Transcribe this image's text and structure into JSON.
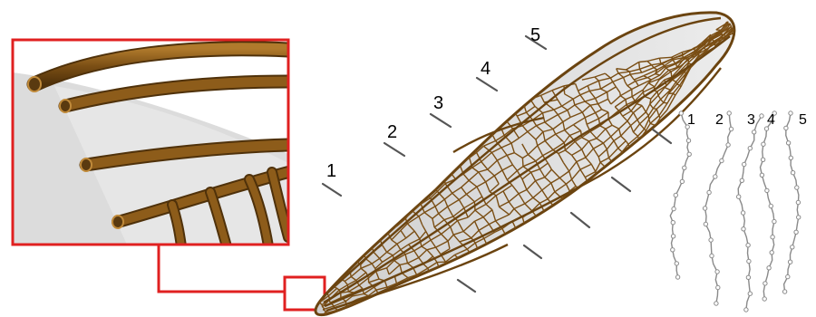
{
  "section_labels": [
    "1",
    "2",
    "3",
    "4",
    "5"
  ],
  "profile_labels": [
    "1",
    "2",
    "3",
    "4",
    "5"
  ],
  "colors": {
    "vein": "#7a4e14",
    "vein_highlight": "#b07a2c",
    "membrane": "#d9d9d9",
    "inset_border": "#e02020",
    "cut_line": "#555555",
    "profile_line": "#8a8a8a"
  },
  "icons": [
    "magnifier-inset",
    "wing-venation",
    "cross-section-profiles"
  ]
}
